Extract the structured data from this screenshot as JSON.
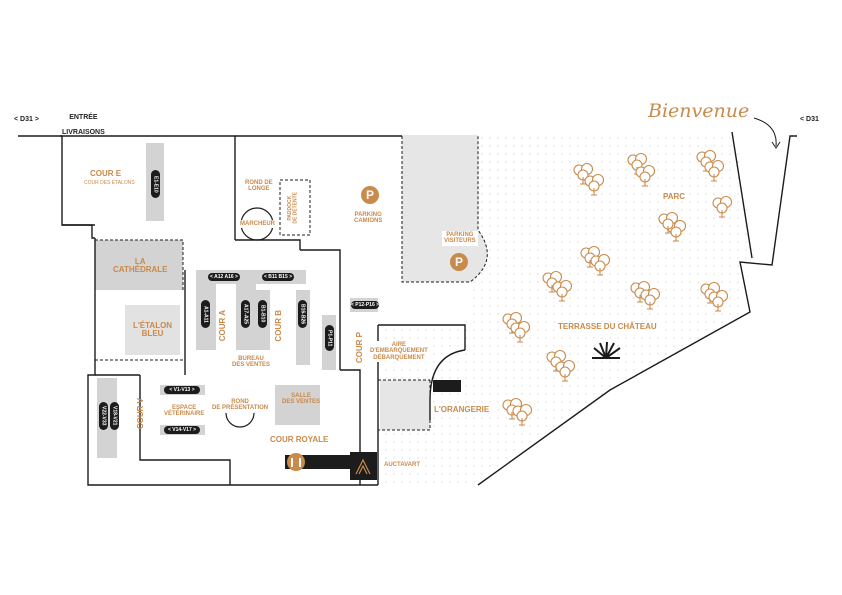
{
  "colors": {
    "accent": "#c98a4b",
    "ink": "#1c1c1c",
    "zone_gray": "#d3d3d3",
    "light_gray": "#e9e9e9"
  },
  "roads": {
    "d31_left": "< D31 >",
    "d31_right": "< D31",
    "entry_line1": "ENTRÉE",
    "entry_line2": "LIVRAISONS",
    "welcome": "Bienvenue"
  },
  "zones": {
    "cour_e": "COUR E",
    "cour_e_sub": "COUR DES ÉTALONS",
    "cathedrale": "LA\nCATHÉDRALE",
    "etalon_bleu": "L'ÉTALON\nBLEU",
    "cour_a": "COUR A",
    "cour_b": "COUR B",
    "cour_v": "COUR V",
    "cour_p": "COUR P",
    "bureau": "BUREAU\nDES VENTES",
    "rond_longe": "ROND DE\nLONGE",
    "marcheur": "MARCHEUR",
    "paddock": "PADDOCK\nDE DÉTENTE",
    "parking_camions": "PARKING\nCAMIONS",
    "parking_visiteurs": "PARKING\nVISITEURS",
    "aire": "AIRE\nD'EMBARQUEMENT\nDÉBARQUEMENT",
    "orangerie": "L'ORANGERIE",
    "parc": "PARC",
    "terrasse": "TERRASSE DU CHÂTEAU",
    "cour_royale": "COUR ROYALE",
    "rond_presentation": "ROND\nDE PRÉSENTATION",
    "salle_ventes": "SALLE\nDES VENTES",
    "espace_vet": "ESPACE\nVÉTÉRINAIRE",
    "auctavart": "AUCTAVART",
    "parking_symbol": "P"
  },
  "box_labels": {
    "e": "E1-E10",
    "a_top": "< A12 A16 >",
    "b_top": "< B11 B15 >",
    "a_left": "A1-A11",
    "a_right": "A17-A25",
    "b_left": "B1-B10",
    "b_right": "B16-B26",
    "p_top": "< P12-P16 >",
    "p_left": "P1-P11",
    "v_top": "< V1-V13 >",
    "v_bottom": "< V14-V17 >",
    "v_left": "V22-V33",
    "v_right": "V18-V21"
  },
  "icons": {
    "parking": "parking-icon",
    "trees": "tree-icon",
    "restroom": "restroom-icon",
    "logo": "auctavart-logo-icon",
    "sun": "terrace-sun-icon",
    "arrow": "curved-arrow-icon"
  }
}
